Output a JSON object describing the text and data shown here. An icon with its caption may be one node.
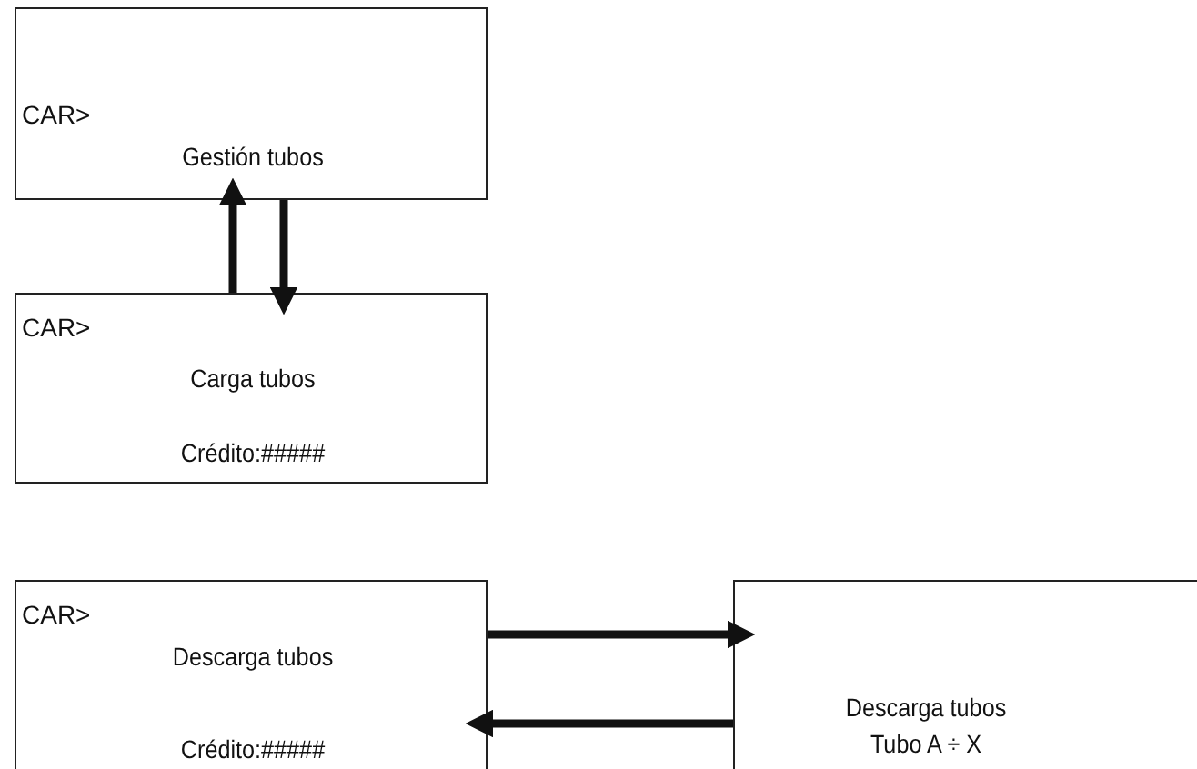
{
  "diagram": {
    "nodes": [
      {
        "text": [
          "CAR>",
          "Gestión tubos"
        ]
      },
      {
        "text": [
          "CAR>",
          "Carga tubos",
          "Crédito:#####"
        ]
      },
      {
        "text": [
          "CAR>",
          "Descarga tubos",
          "Crédito:#####"
        ]
      },
      {
        "text": [
          "Descarga tubos",
          "Tubo A ÷ X"
        ]
      }
    ],
    "edges": [
      {
        "from": 1,
        "to": 0,
        "arrow": "to"
      },
      {
        "from": 0,
        "to": 1,
        "arrow": "to"
      },
      {
        "from": 2,
        "to": 3,
        "arrow": "to"
      },
      {
        "from": 3,
        "to": 2,
        "arrow": "to"
      }
    ]
  }
}
